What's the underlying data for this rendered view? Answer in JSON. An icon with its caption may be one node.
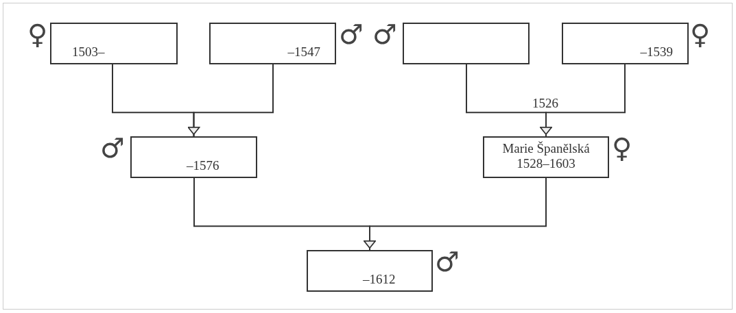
{
  "diagram": {
    "nodes": [
      {
        "text": [
          "1503–"
        ],
        "beside": [
          "♀"
        ]
      },
      {
        "text": [
          "–1547"
        ],
        "beside": [
          "♂"
        ]
      },
      {
        "text": [],
        "shape": "box",
        "beside": [
          "♂"
        ]
      },
      {
        "text": [
          "–1539"
        ],
        "beside": [
          "♀"
        ]
      },
      {
        "text": [
          "–1576"
        ],
        "beside": [
          "♂"
        ]
      },
      {
        "text": [
          "Marie Španělská 1528–1603"
        ],
        "beside": [
          "♀"
        ]
      },
      {
        "text": [
          "–1612"
        ],
        "beside": [
          "♂"
        ]
      }
    ],
    "edges": [
      {
        "from": 0,
        "to": 4,
        "arrow": "to"
      },
      {
        "from": 1,
        "to": 4,
        "arrow": "to"
      },
      {
        "from": 2,
        "to": 5,
        "arrow": "to",
        "label": "1526"
      },
      {
        "from": 3,
        "to": 5,
        "arrow": "to"
      },
      {
        "from": 4,
        "to": 6,
        "arrow": "to"
      },
      {
        "from": 5,
        "to": 6,
        "arrow": "to"
      }
    ]
  }
}
